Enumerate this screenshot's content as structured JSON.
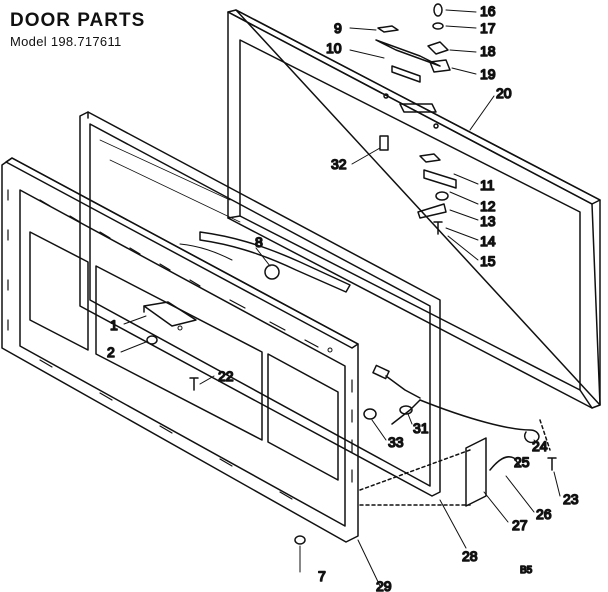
{
  "header": {
    "title": "DOOR PARTS",
    "model": "Model 198.717611"
  },
  "code": "B5",
  "parts": {
    "p1": "1",
    "p2": "2",
    "p7": "7",
    "p8": "8",
    "p9": "9",
    "p10": "10",
    "p11": "11",
    "p12": "12",
    "p13": "13",
    "p14": "14",
    "p15": "15",
    "p16": "16",
    "p17": "17",
    "p18": "18",
    "p19": "19",
    "p20": "20",
    "p22": "22",
    "p23": "23",
    "p24": "24",
    "p25": "25",
    "p26": "26",
    "p27": "27",
    "p28": "28",
    "p29": "29",
    "p31": "31",
    "p32": "32",
    "p33": "33"
  }
}
